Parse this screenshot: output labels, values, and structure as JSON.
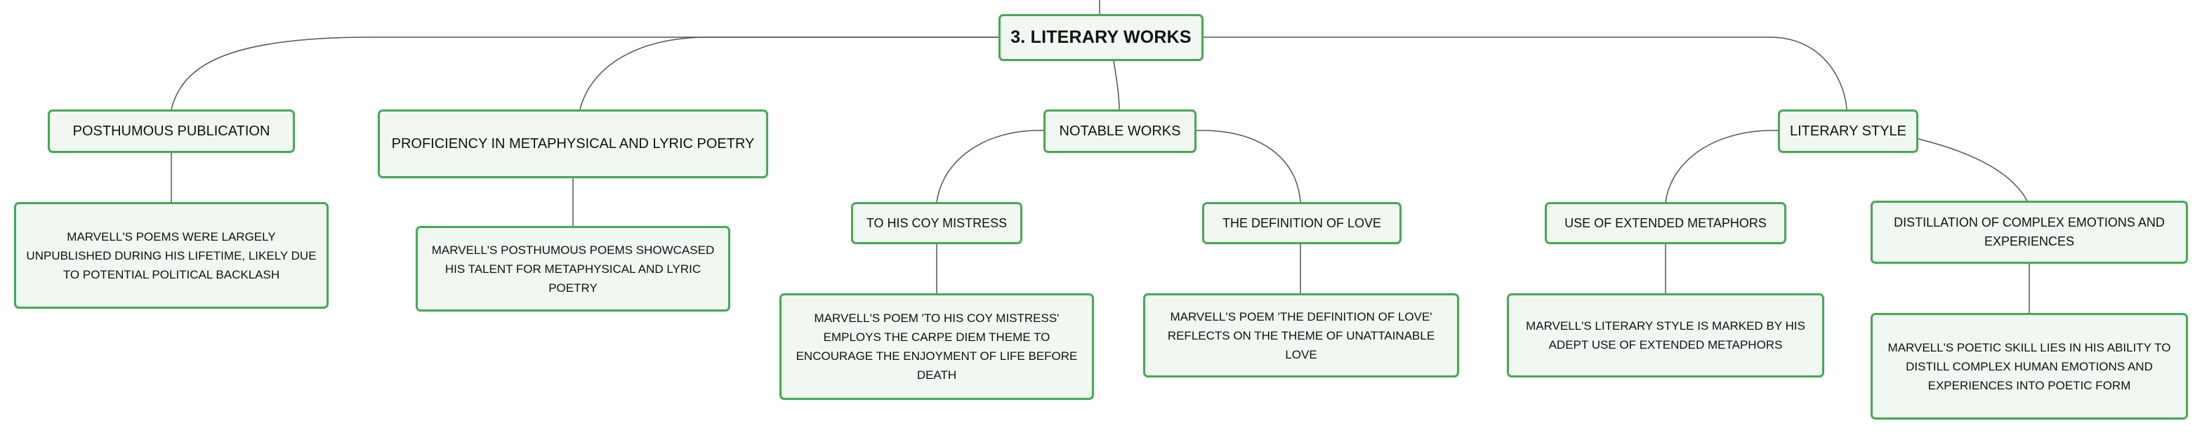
{
  "colors": {
    "node_border": "#47a857",
    "node_fill": "#f1f8f1",
    "connector": "#555555"
  },
  "root": {
    "label": "3. LITERARY WORKS"
  },
  "branches": [
    {
      "label": "POSTHUMOUS PUBLICATION",
      "detail": "MARVELL'S POEMS WERE LARGELY UNPUBLISHED DURING HIS LIFETIME, LIKELY DUE TO POTENTIAL POLITICAL BACKLASH"
    },
    {
      "label": "PROFICIENCY IN METAPHYSICAL AND LYRIC POETRY",
      "detail": "MARVELL'S POSTHUMOUS POEMS SHOWCASED HIS TALENT FOR METAPHYSICAL AND LYRIC POETRY"
    },
    {
      "label": "NOTABLE WORKS",
      "children": [
        {
          "label": "TO HIS COY MISTRESS",
          "detail": "MARVELL'S POEM 'TO HIS COY MISTRESS' EMPLOYS THE CARPE DIEM THEME TO ENCOURAGE THE ENJOYMENT OF LIFE BEFORE DEATH"
        },
        {
          "label": "THE DEFINITION OF LOVE",
          "detail": "MARVELL'S POEM 'THE DEFINITION OF LOVE' REFLECTS ON THE THEME OF UNATTAINABLE LOVE"
        }
      ]
    },
    {
      "label": "LITERARY STYLE",
      "children": [
        {
          "label": "USE OF EXTENDED METAPHORS",
          "detail": "MARVELL'S LITERARY STYLE IS MARKED BY HIS ADEPT USE OF EXTENDED METAPHORS"
        },
        {
          "label": "DISTILLATION OF COMPLEX EMOTIONS AND EXPERIENCES",
          "detail": "MARVELL'S POETIC SKILL LIES IN HIS ABILITY TO DISTILL COMPLEX HUMAN EMOTIONS AND EXPERIENCES INTO POETIC FORM"
        }
      ]
    }
  ]
}
